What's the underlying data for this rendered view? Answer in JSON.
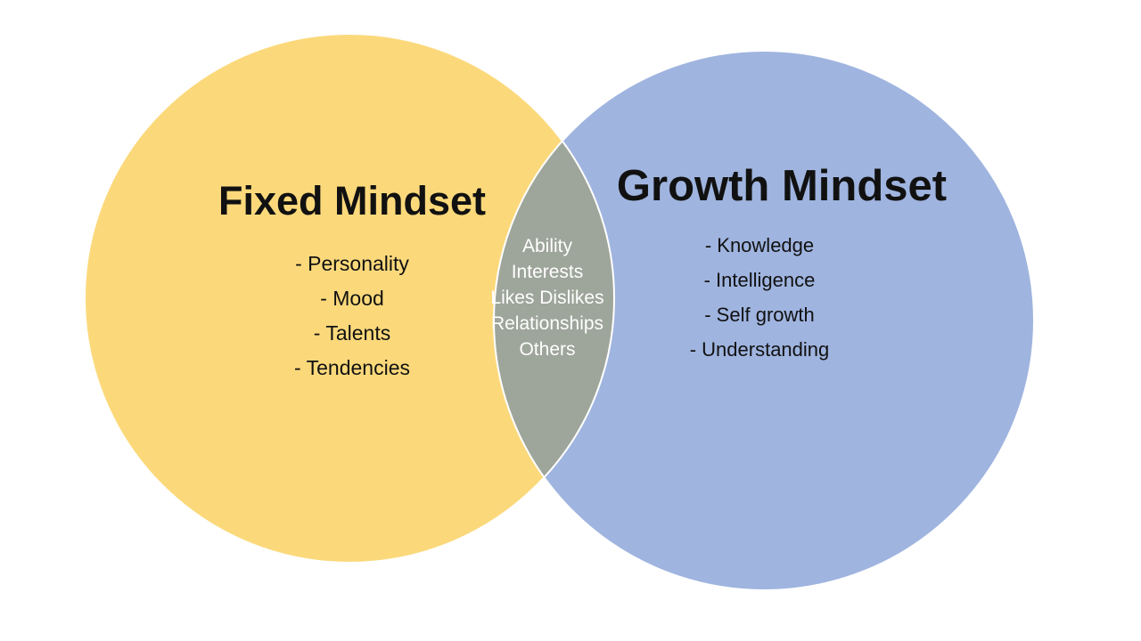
{
  "diagram": {
    "type": "venn",
    "background_color": "#ffffff",
    "text_color": "#111111"
  },
  "left_circle": {
    "title": "Fixed Mindset",
    "items": [
      "- Personality",
      "- Mood",
      "- Talents",
      "- Tendencies"
    ],
    "color": "#FBD97B",
    "stroke_color": "#ffffff"
  },
  "right_circle": {
    "title": "Growth Mindset",
    "items": [
      "- Knowledge",
      "- Intelligence",
      "- Self growth",
      "- Understanding"
    ],
    "color": "#9FB4DF",
    "stroke_color": "#ffffff"
  },
  "overlap": {
    "items": [
      "Ability",
      "Interests",
      "Likes Dislikes",
      "Relationships",
      "Others"
    ],
    "color": "#9EA59A",
    "text_color": "#ffffff"
  }
}
